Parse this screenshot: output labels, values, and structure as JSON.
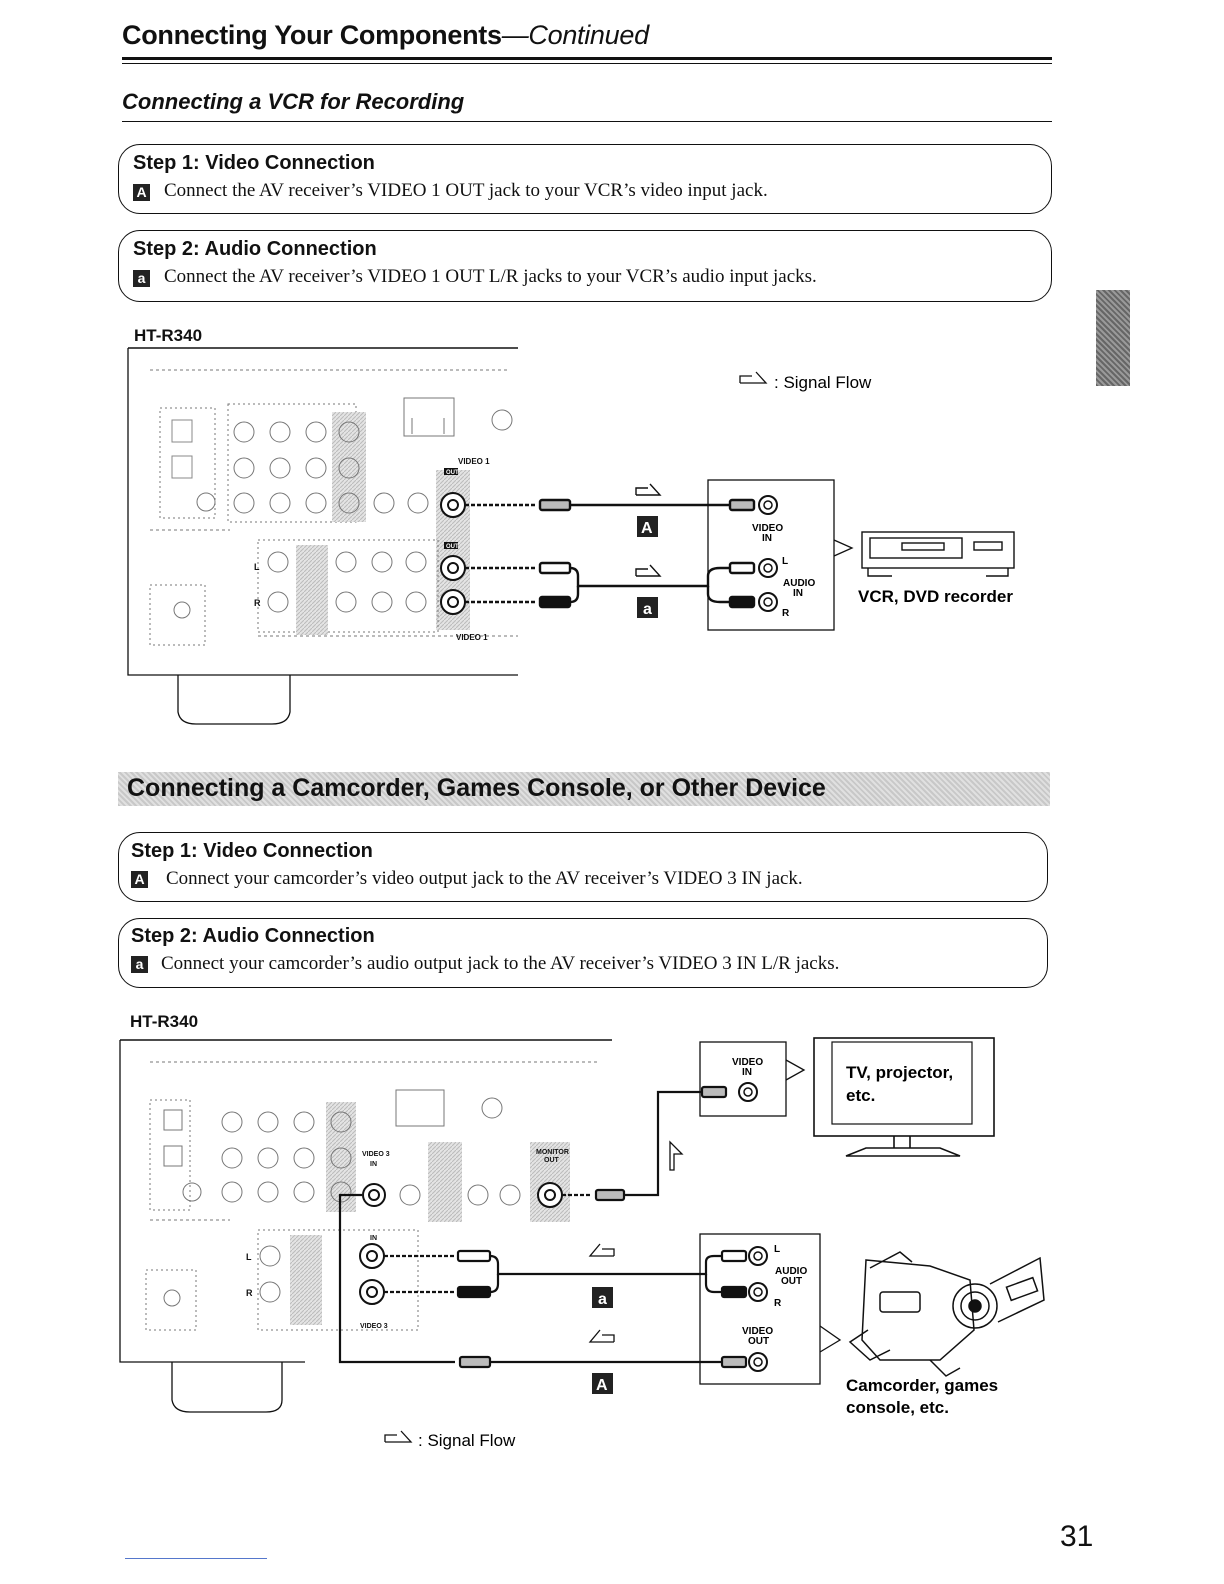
{
  "header": {
    "title": "Connecting Your Components",
    "title_suffix": "—Continued"
  },
  "vcr_section": {
    "title": "Connecting a VCR for Recording",
    "step1": {
      "title": "Step 1: Video Connection",
      "badge": "A",
      "text": "Connect the AV receiver’s VIDEO 1 OUT jack to your VCR’s video input jack."
    },
    "step2": {
      "title": "Step 2: Audio Connection",
      "badge": "a",
      "text": "Connect the AV receiver’s VIDEO 1 OUT L/R jacks to your VCR’s audio input jacks."
    },
    "model": "HT-R340",
    "legend": ": Signal Flow",
    "labels": {
      "video_1_top": "VIDEO 1",
      "out_top": "OUT",
      "out_mid": "OUT",
      "video_1_bottom": "VIDEO 1",
      "video_in": "VIDEO",
      "video_in2": "IN",
      "audio_l": "L",
      "audio": "AUDIO",
      "audio_in": "IN",
      "audio_r": "R",
      "badge_A": "A",
      "badge_a": "a",
      "device": "VCR, DVD recorder"
    }
  },
  "camcorder_section": {
    "title": "Connecting a Camcorder, Games Console, or Other Device",
    "step1": {
      "title": "Step 1: Video Connection",
      "badge": "A",
      "text": "Connect your camcorder’s video output jack to the AV receiver’s VIDEO 3 IN jack."
    },
    "step2": {
      "title": "Step 2: Audio Connection",
      "badge": "a",
      "text": "Connect your camcorder’s audio output jack to the AV receiver’s VIDEO 3 IN L/R jacks."
    },
    "model": "HT-R340",
    "legend": ": Signal Flow",
    "labels": {
      "video3_in": "VIDEO 3",
      "in1": "IN",
      "monitor_out": "MONITOR",
      "monitor_out2": "OUT",
      "in2": "IN",
      "video3_bottom": "VIDEO 3",
      "tv_video": "VIDEO",
      "tv_in": "IN",
      "tv_label": "TV, projector,",
      "tv_label2": "etc.",
      "cam_l": "L",
      "cam_audio": "AUDIO",
      "cam_out": "OUT",
      "cam_r": "R",
      "cam_video": "VIDEO",
      "cam_video_out": "OUT",
      "badge_a": "a",
      "badge_A": "A",
      "device": "Camcorder, games",
      "device2": "console, etc."
    }
  },
  "page_number": "31"
}
